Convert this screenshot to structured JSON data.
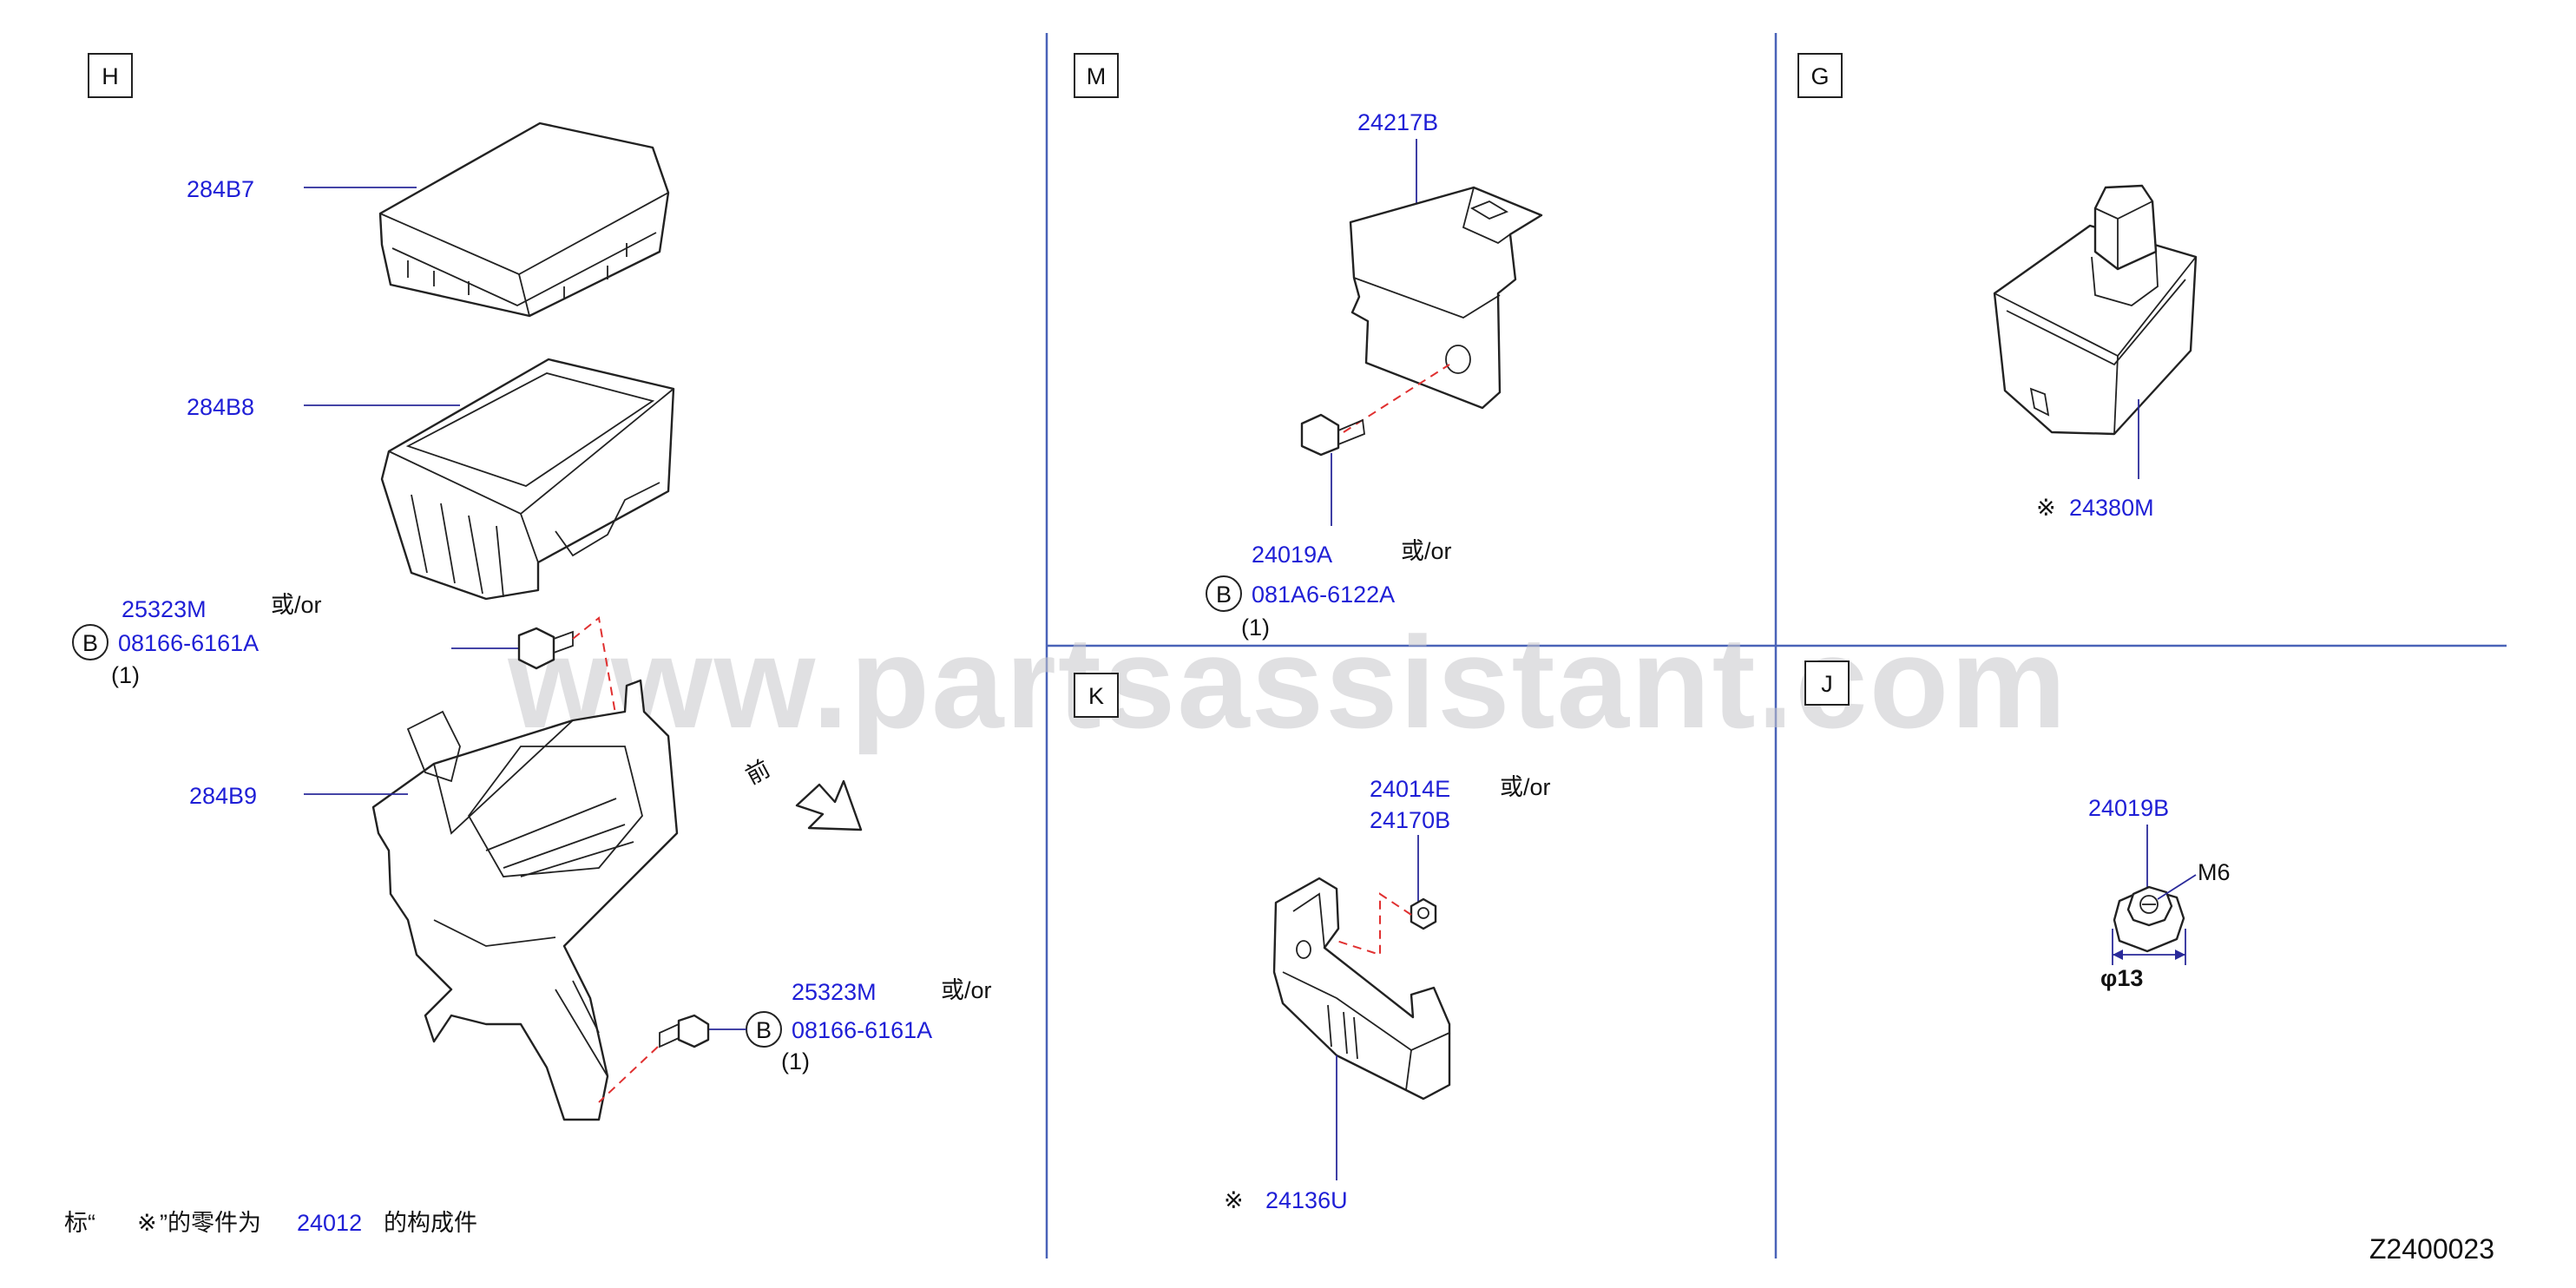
{
  "panels": {
    "H": {
      "letter": "H",
      "parts": {
        "cover": "284B7",
        "upper_case": "284B8",
        "lower_case": "284B9",
        "bolt1_alt": "25323M",
        "bolt1_or": "或/or",
        "bolt1": "08166-6161A",
        "bolt1_qty": "(1)",
        "bolt2_alt": "25323M",
        "bolt2_or": "或/or",
        "bolt2": "08166-6161A",
        "bolt2_qty": "(1)"
      },
      "bolt_marker": "B",
      "front_label": "前"
    },
    "M": {
      "letter": "M",
      "parts": {
        "bracket": "24217B",
        "screw_alt": "24019A",
        "screw_or": "或/or",
        "screw": "081A6-6122A",
        "screw_qty": "(1)"
      },
      "bolt_marker": "B"
    },
    "G": {
      "letter": "G",
      "parts": {
        "relay": "24380M"
      },
      "note_mark": "※"
    },
    "K": {
      "letter": "K",
      "parts": {
        "nut_a": "24014E",
        "nut_or": "或/or",
        "nut_b": "24170B",
        "bracket": "24136U"
      },
      "note_mark": "※"
    },
    "J": {
      "letter": "J",
      "parts": {
        "nut": "24019B"
      },
      "thread": "M6",
      "diameter": "φ13"
    }
  },
  "footnote": {
    "prefix": "标“",
    "mark": "※",
    "middle": "”的零件为",
    "part": "24012",
    "suffix": "的构成件"
  },
  "diagram_id": "Z2400023",
  "watermark": "www.partsassistant.com",
  "colors": {
    "part_number": "#1f1fd6",
    "divider": "#4a63b8",
    "dashed_leader": "#e03030"
  }
}
